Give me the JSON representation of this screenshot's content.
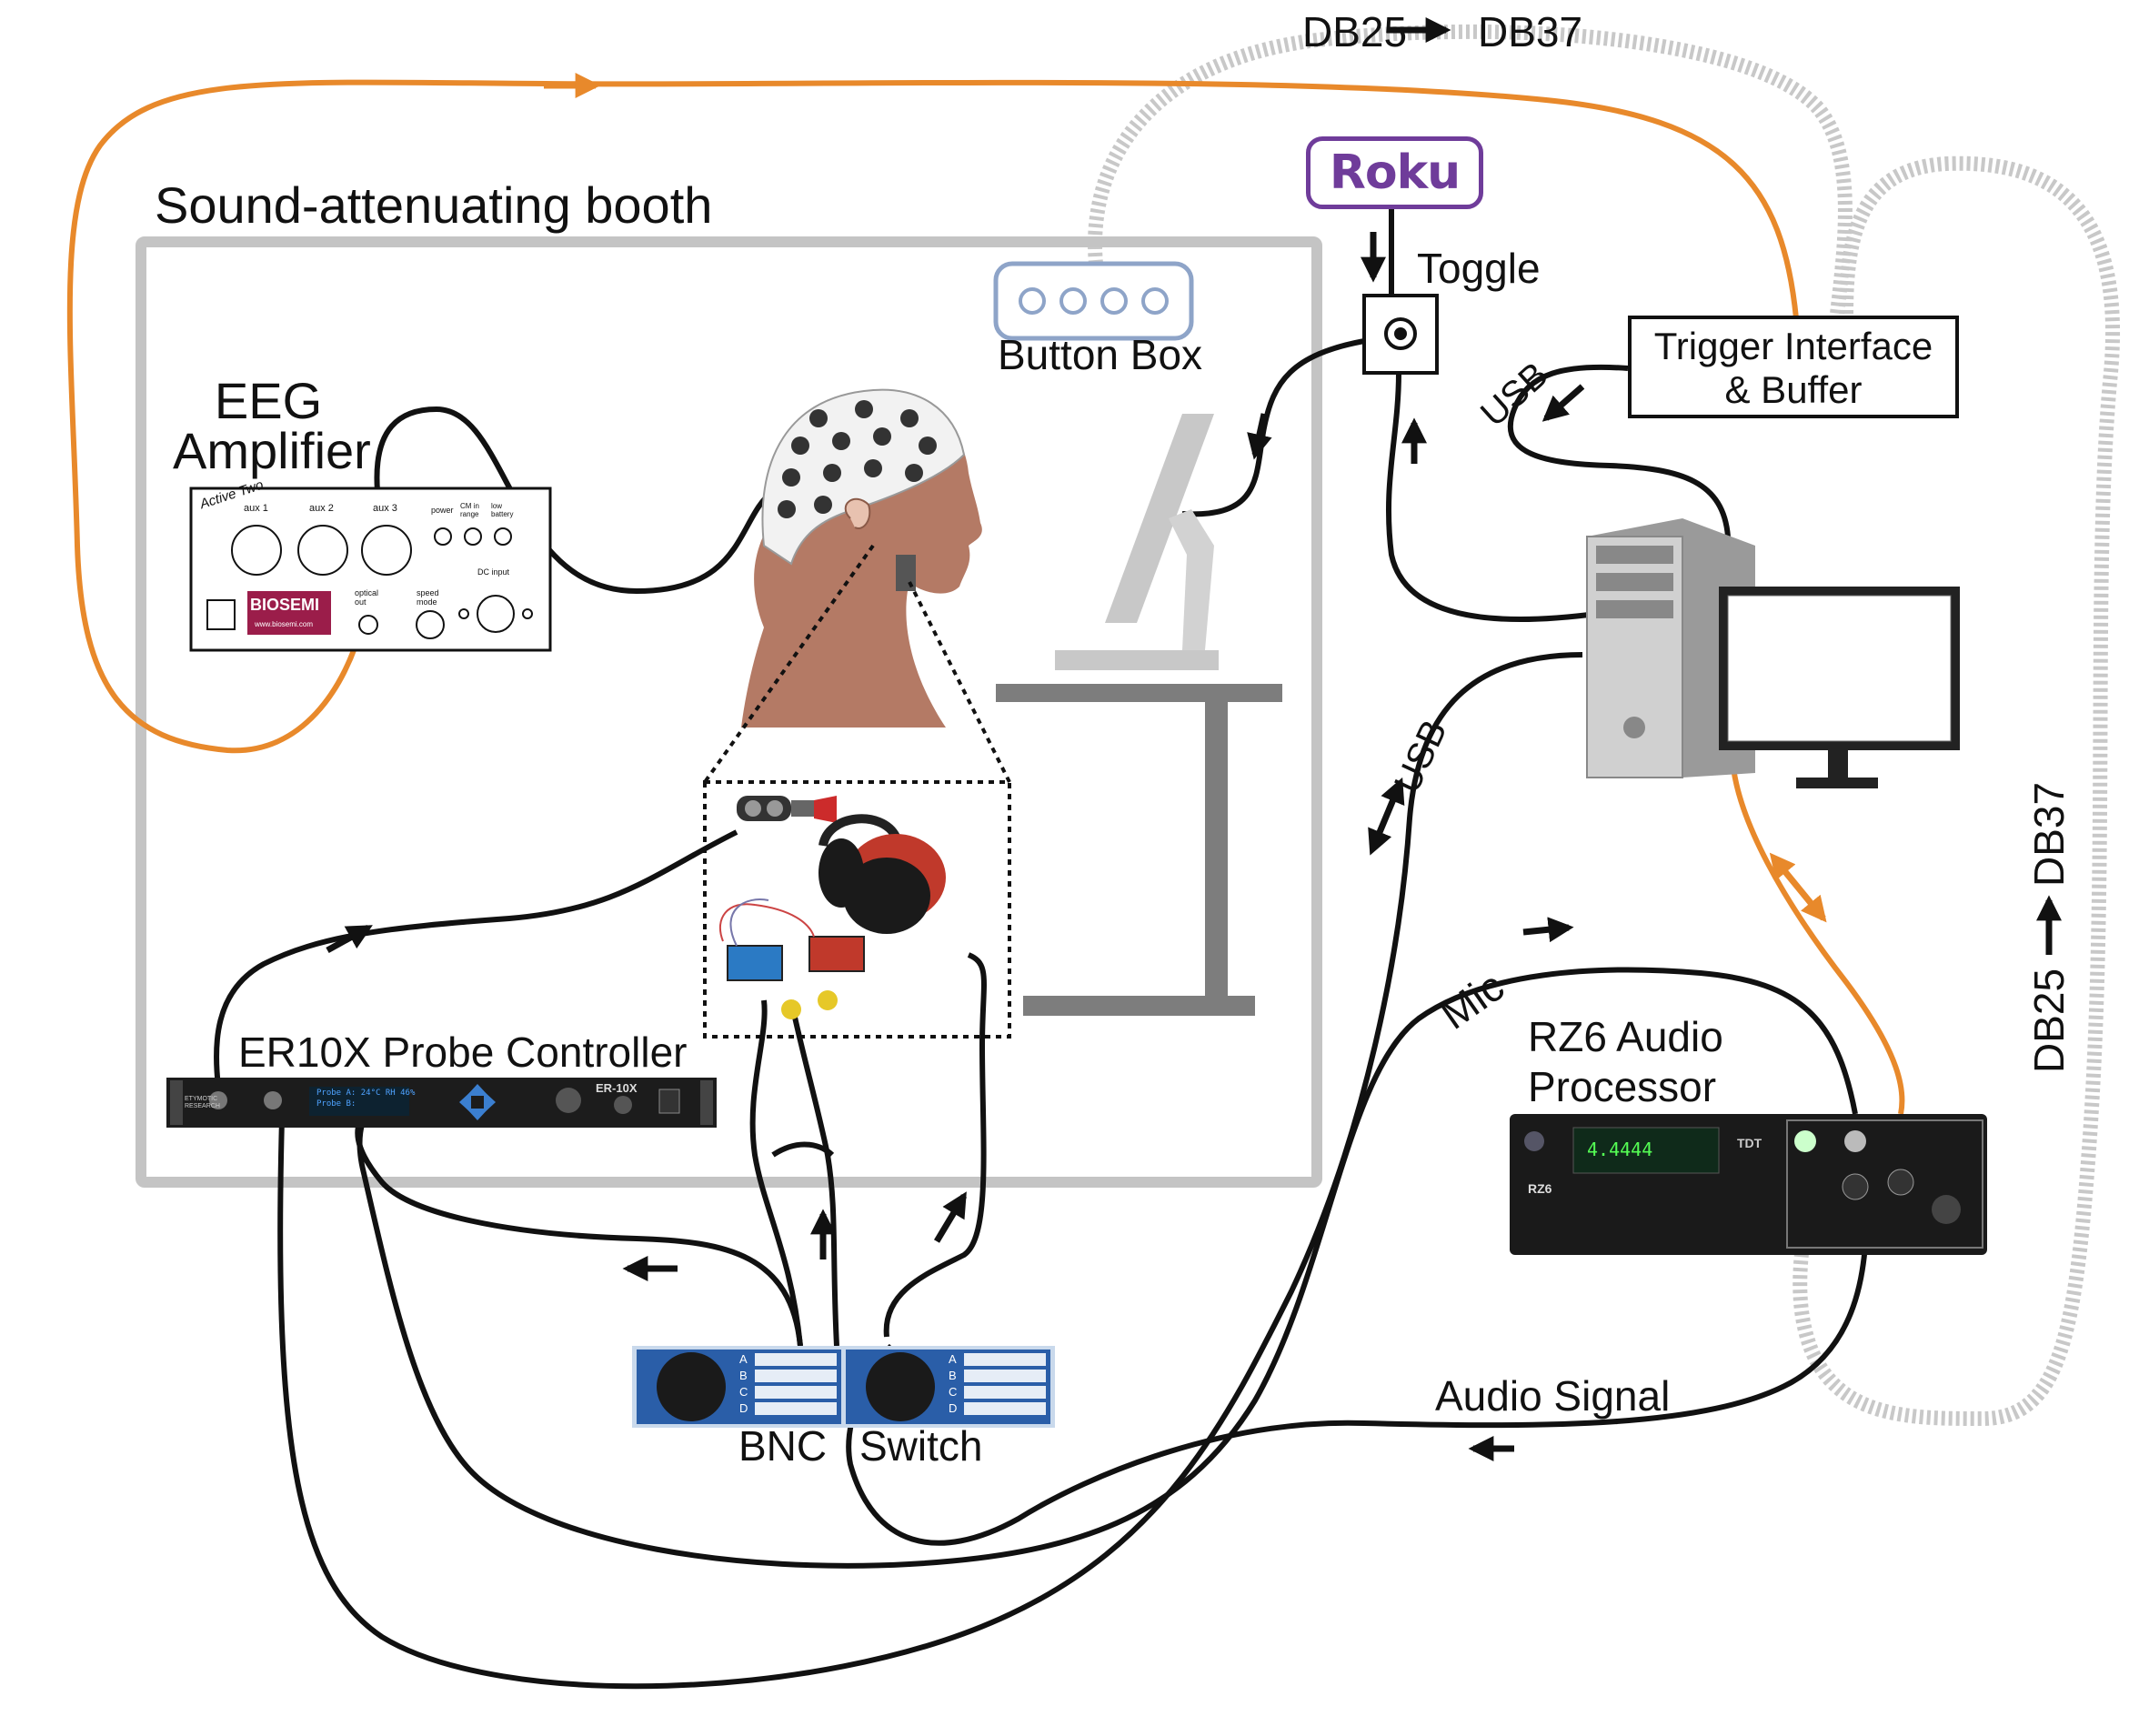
{
  "labels": {
    "booth": "Sound-attenuating booth",
    "eeg_line1": "EEG",
    "eeg_line2": "Amplifier",
    "button_box": "Button Box",
    "roku": "Roku",
    "toggle": "Toggle",
    "trigger_line1": "Trigger Interface",
    "trigger_line2": "& Buffer",
    "usb_top": "USB",
    "usb_mid": "USB",
    "db_top_a": "DB25",
    "db_top_b": "DB37",
    "db_right_a": "DB25",
    "db_right_b": "DB37",
    "er10x": "ER10X Probe Controller",
    "rz6_line1": "RZ6 Audio",
    "rz6_line2": "Processor",
    "mic": "Mic",
    "audio_signal": "Audio Signal",
    "bnc": "BNC",
    "switch": "Switch"
  },
  "biosemi_panel": {
    "brand": "BIOSEMI",
    "url": "www.biosemi.com",
    "model": "Active Two",
    "aux1": "aux 1",
    "aux2": "aux 2",
    "aux3": "aux 3",
    "power": "power",
    "cm": "CM in range",
    "battery": "low battery",
    "optical": "optical out",
    "speed": "speed mode",
    "dc": "DC input"
  },
  "er10x_panel": {
    "brand": "ETYMOTIC RESEARCH",
    "display_line1": "Probe A: 24°C RH 46%",
    "display_line2": "Probe B:",
    "model": "ER-10X"
  },
  "rz6_panel": {
    "display": "4.4444",
    "brand": "TDT",
    "model": "RZ6"
  },
  "bnc_switch_letters": [
    "A",
    "B",
    "C",
    "D"
  ],
  "colors": {
    "orange_cable": "#e8892b",
    "black_cable": "#111111",
    "gray_cable": "#c8c8c8",
    "booth_border": "#c4c4c4",
    "roku_purple": "#6f3c9a",
    "biosemi_red": "#9b1d4a",
    "bnc_blue": "#2a5ea8"
  }
}
